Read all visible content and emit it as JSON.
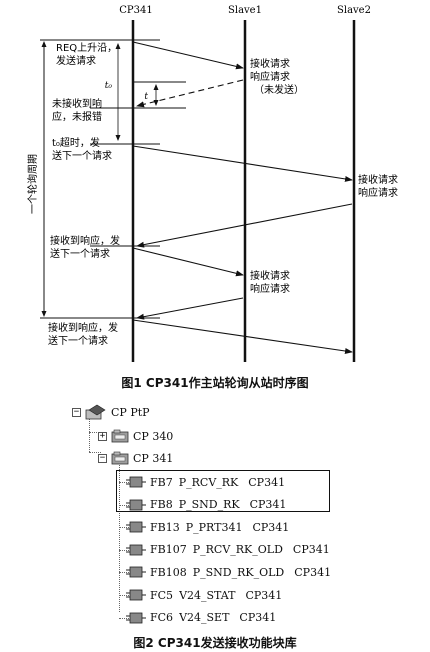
{
  "figure1": {
    "lanes": [
      "CP341",
      "Slave1",
      "Slave2"
    ],
    "labels": {
      "req_line1": "REQ上升沿，",
      "req_line2": "发送请求",
      "slave1_recv1": "接收请求",
      "slave1_resp1": "响应请求",
      "slave1_notsent": "（未发送）",
      "no_resp_line1": "未接收到响",
      "no_resp_line2": "应，未报错",
      "timeout_line1": "t₀超时，发",
      "timeout_line2": "送下一个请求",
      "slave2_recv": "接收请求",
      "slave2_resp": "响应请求",
      "recv_resp_a_line1": "接收到响应，发",
      "recv_resp_a_line2": "送下一个请求",
      "slave1_recv2": "接收请求",
      "slave1_resp2": "响应请求",
      "recv_resp_b_line1": "接收到响应，发",
      "recv_resp_b_line2": "送下一个请求",
      "t0": "t₀",
      "t": "t",
      "cycle": "一个轮询周期"
    },
    "caption": "图1   CP341作主站轮询从站时序图"
  },
  "figure2": {
    "root": "CP PtP",
    "cp340": "CP 340",
    "cp341": "CP 341",
    "blocks": [
      {
        "name": "FB7",
        "desc": "P_RCV_RK",
        "lib": "CP341"
      },
      {
        "name": "FB8",
        "desc": "P_SND_RK",
        "lib": "CP341"
      },
      {
        "name": "FB13",
        "desc": "P_PRT341",
        "lib": "CP341"
      },
      {
        "name": "FB107",
        "desc": "P_RCV_RK_OLD",
        "lib": "CP341"
      },
      {
        "name": "FB108",
        "desc": "P_SND_RK_OLD",
        "lib": "CP341"
      },
      {
        "name": "FC5",
        "desc": "V24_STAT",
        "lib": "CP341"
      },
      {
        "name": "FC6",
        "desc": "V24_SET",
        "lib": "CP341"
      }
    ],
    "caption": "图2   CP341发送接收功能块库"
  }
}
